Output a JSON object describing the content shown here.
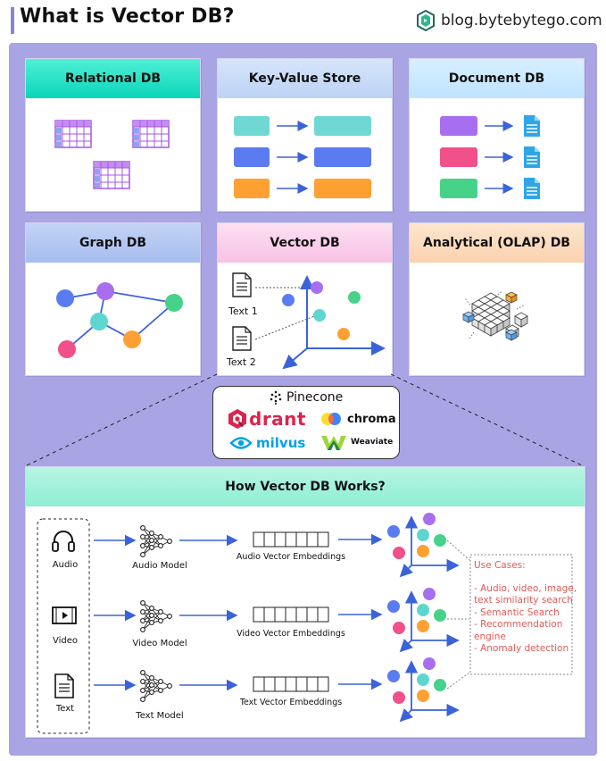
{
  "header": {
    "title": "What is Vector DB?",
    "brand": "blog.bytebytego.com"
  },
  "cards": {
    "relational": "Relational DB",
    "key_value": "Key-Value Store",
    "document": "Document DB",
    "graph": "Graph DB",
    "vector": "Vector DB",
    "olap": "Analytical (OLAP) DB"
  },
  "vector_card": {
    "text1": "Text 1",
    "text2": "Text 2"
  },
  "logos": {
    "pinecone": "Pinecone",
    "qdrant": "drant",
    "chroma": "chroma",
    "milvus": "milvus",
    "weaviate": "Weaviate"
  },
  "works": {
    "title": "How Vector DB Works?",
    "rows": [
      {
        "input": "Audio",
        "model": "Audio Model",
        "embeddings": "Audio Vector Embeddings"
      },
      {
        "input": "Video",
        "model": "Video Model",
        "embeddings": "Video Vector Embeddings"
      },
      {
        "input": "Text",
        "model": "Text Model",
        "embeddings": "Text Vector Embeddings"
      }
    ],
    "use_cases": {
      "title": "Use Cases:",
      "items": [
        "- Audio, video, image,",
        "text similarity search",
        "- Semantic Search",
        "- Recommendation",
        "engine",
        "- Anomaly detection"
      ]
    }
  },
  "colors": {
    "background": "#a9a4e4",
    "arrow": "#3b63d9",
    "purple": "#a86ef0",
    "blue": "#5b7cf0",
    "teal": "#5ed6d0",
    "orange": "#ffa033",
    "green": "#47d28a",
    "pink": "#f2508a",
    "use_case_red": "#e05a55"
  }
}
